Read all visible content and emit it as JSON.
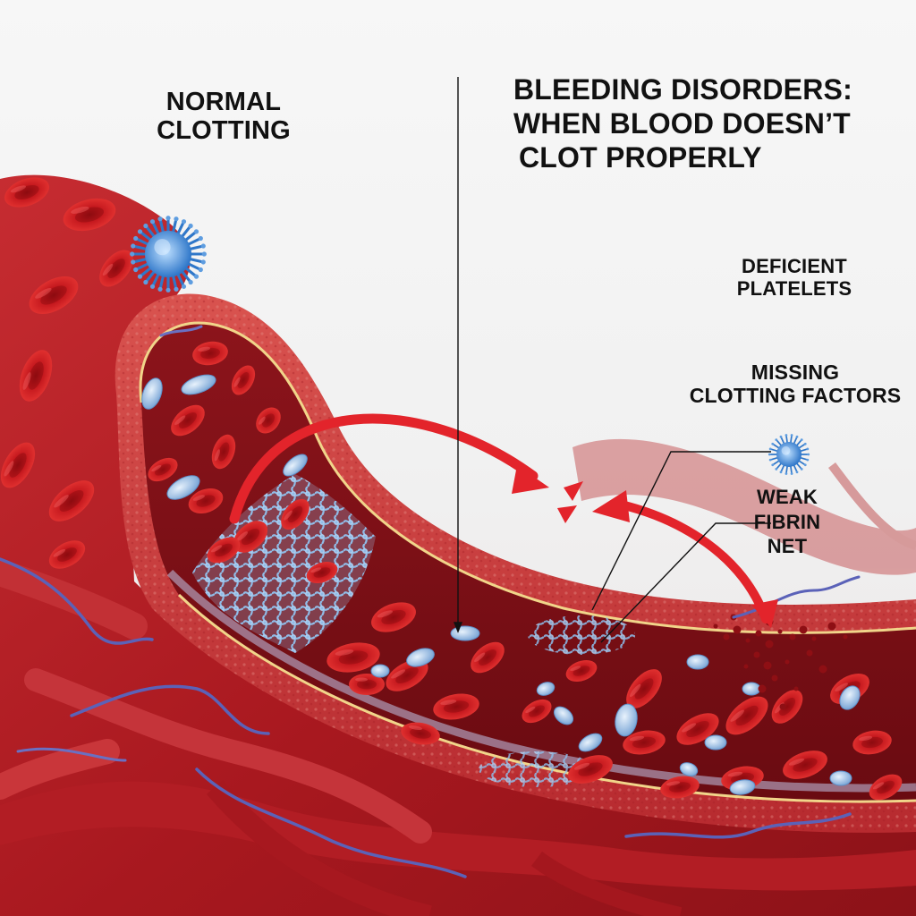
{
  "labels": {
    "normal_clotting": [
      "NORMAL",
      "CLOTTING"
    ],
    "title": [
      "BLEEDING DISORDERS:",
      "WHEN BLOOD DOESN’T",
      "CLOT PROPERLY"
    ],
    "deficient_platelets": [
      "DEFICIENT",
      "PLATELETS"
    ],
    "missing_clotting_factors": [
      "MISSING",
      "CLOTTING FACTORS"
    ],
    "weak_fibrin_net": [
      "WEAK",
      "FIBRIN",
      "NET"
    ]
  },
  "colors": {
    "background": "#f4f4f4",
    "tissue_red": "#b8232a",
    "vessel_wall": "#c6373a",
    "vessel_lumen": "#7a1016",
    "red_blood_cell": "#c8181e",
    "platelet_blue": "#9bc0e6",
    "fibrin_blue": "#7fb2e6",
    "vein_purple": "#5b62b8",
    "arrow_red": "#e3242b",
    "text": "#111111"
  },
  "icons": [
    "platelet-spiky-icon",
    "red-arrow-icon"
  ]
}
